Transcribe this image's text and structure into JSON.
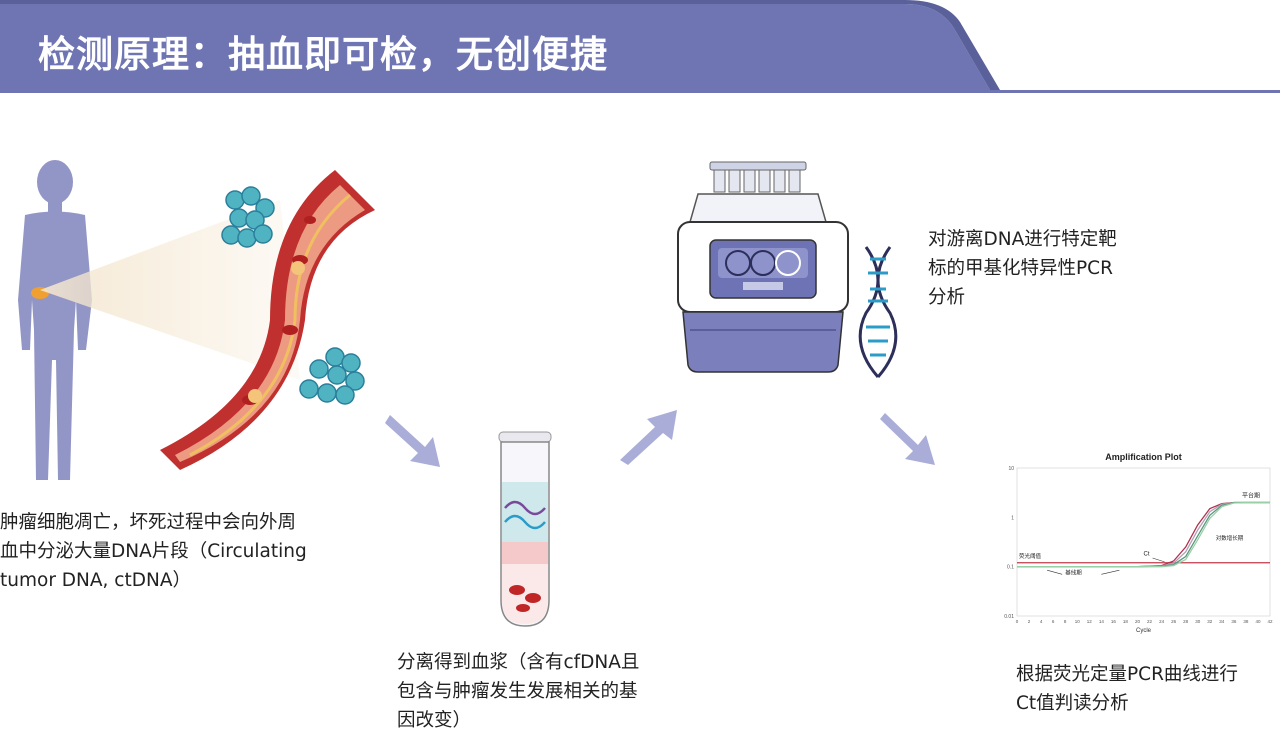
{
  "title": "检测原理：抽血即可检，无创便捷",
  "steps": {
    "step1": {
      "line1": "肿瘤细胞凋亡，坏死过程中会向外周",
      "line2": "血中分泌大量DNA片段（Circulating",
      "line3": "tumor DNA, ctDNA）"
    },
    "step2": {
      "line1": "分离得到血浆（含有cfDNA且",
      "line2": "包含与肿瘤发生发展相关的基",
      "line3": "因改变）"
    },
    "step3": {
      "line1": "对游离DNA进行特定靶",
      "line2": "标的甲基化特异性PCR",
      "line3": "分析"
    },
    "step4": {
      "line1": "根据荧光定量PCR曲线进行",
      "line2": "Ct值判读分析"
    }
  },
  "colors": {
    "header": "#6e75b2",
    "header_dark": "#5a6099",
    "arrow": "#9a9fd0",
    "vessel": "#c0302e",
    "vessel_inner": "#ed9a82",
    "body": "#9296c6",
    "dna_blue": "#2a9cc7"
  },
  "chart_data": {
    "type": "line",
    "title": "Amplification Plot",
    "xlabel": "Cycle",
    "ylabel": "",
    "x_ticks": [
      "0",
      "2",
      "4",
      "6",
      "8",
      "10",
      "12",
      "14",
      "16",
      "18",
      "20",
      "22",
      "24",
      "26",
      "28",
      "30",
      "32",
      "34",
      "36",
      "38",
      "40",
      "42"
    ],
    "y_ticks": [
      "10",
      "1",
      "0.1",
      "0.01"
    ],
    "y_scale": "log",
    "xlim": [
      0,
      42
    ],
    "ylim": [
      0.01,
      10
    ],
    "threshold": 0.12,
    "annotations": {
      "plateau": "平台期",
      "exponential": "对数增长期",
      "threshold": "荧光阈值",
      "baseline": "基线期",
      "ct": "Ct"
    },
    "series": [
      {
        "color": "#b03050",
        "x": [
          0,
          5,
          10,
          15,
          20,
          24,
          26,
          28,
          30,
          32,
          34,
          36,
          38,
          40,
          42
        ],
        "y": [
          0.1,
          0.1,
          0.1,
          0.1,
          0.1,
          0.105,
          0.13,
          0.25,
          0.7,
          1.5,
          1.9,
          2.0,
          2.0,
          2.0,
          2.0
        ]
      },
      {
        "color": "#b2a0b8",
        "x": [
          0,
          5,
          10,
          15,
          20,
          24,
          26,
          28,
          30,
          32,
          34,
          36,
          38,
          40,
          42
        ],
        "y": [
          0.1,
          0.1,
          0.1,
          0.1,
          0.1,
          0.103,
          0.118,
          0.2,
          0.55,
          1.3,
          1.85,
          2.0,
          2.0,
          2.0,
          2.0
        ]
      },
      {
        "color": "#5a9a7a",
        "x": [
          0,
          5,
          10,
          15,
          20,
          24,
          26,
          28,
          30,
          32,
          34,
          36,
          38,
          40,
          42
        ],
        "y": [
          0.1,
          0.1,
          0.1,
          0.1,
          0.1,
          0.102,
          0.11,
          0.16,
          0.42,
          1.1,
          1.75,
          1.98,
          2.0,
          2.0,
          2.0
        ]
      },
      {
        "color": "#9ad0a8",
        "x": [
          0,
          5,
          10,
          15,
          20,
          24,
          26,
          28,
          30,
          32,
          34,
          36,
          38,
          40,
          42
        ],
        "y": [
          0.1,
          0.1,
          0.1,
          0.1,
          0.1,
          0.1,
          0.105,
          0.14,
          0.35,
          0.95,
          1.65,
          1.95,
          2.0,
          2.0,
          2.0
        ]
      }
    ]
  }
}
